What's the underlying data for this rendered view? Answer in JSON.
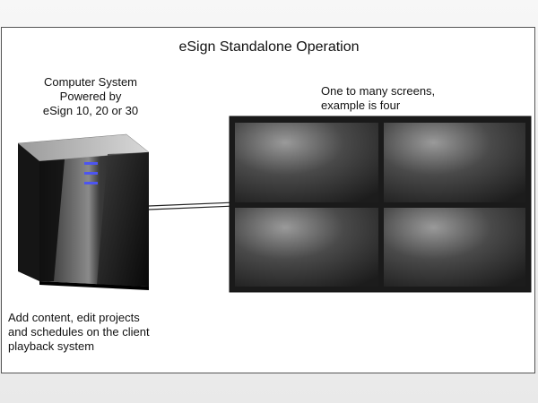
{
  "diagram": {
    "title": "eSign Standalone Operation",
    "computer_label": [
      "Computer System",
      "Powered by",
      "eSign 10, 20 or 30"
    ],
    "screens_label": [
      "One to many screens,",
      "example is four"
    ],
    "client_label": [
      "Add content, edit projects",
      "and schedules on the client",
      "playback system"
    ]
  },
  "colors": {
    "led": "#4d55f0",
    "tower": "#1a1a1a",
    "screen_frame": "#1c1c1c",
    "cable": "#222222"
  },
  "icons": {
    "computer": "computer-tower-icon",
    "video_wall": "video-wall-icon"
  }
}
